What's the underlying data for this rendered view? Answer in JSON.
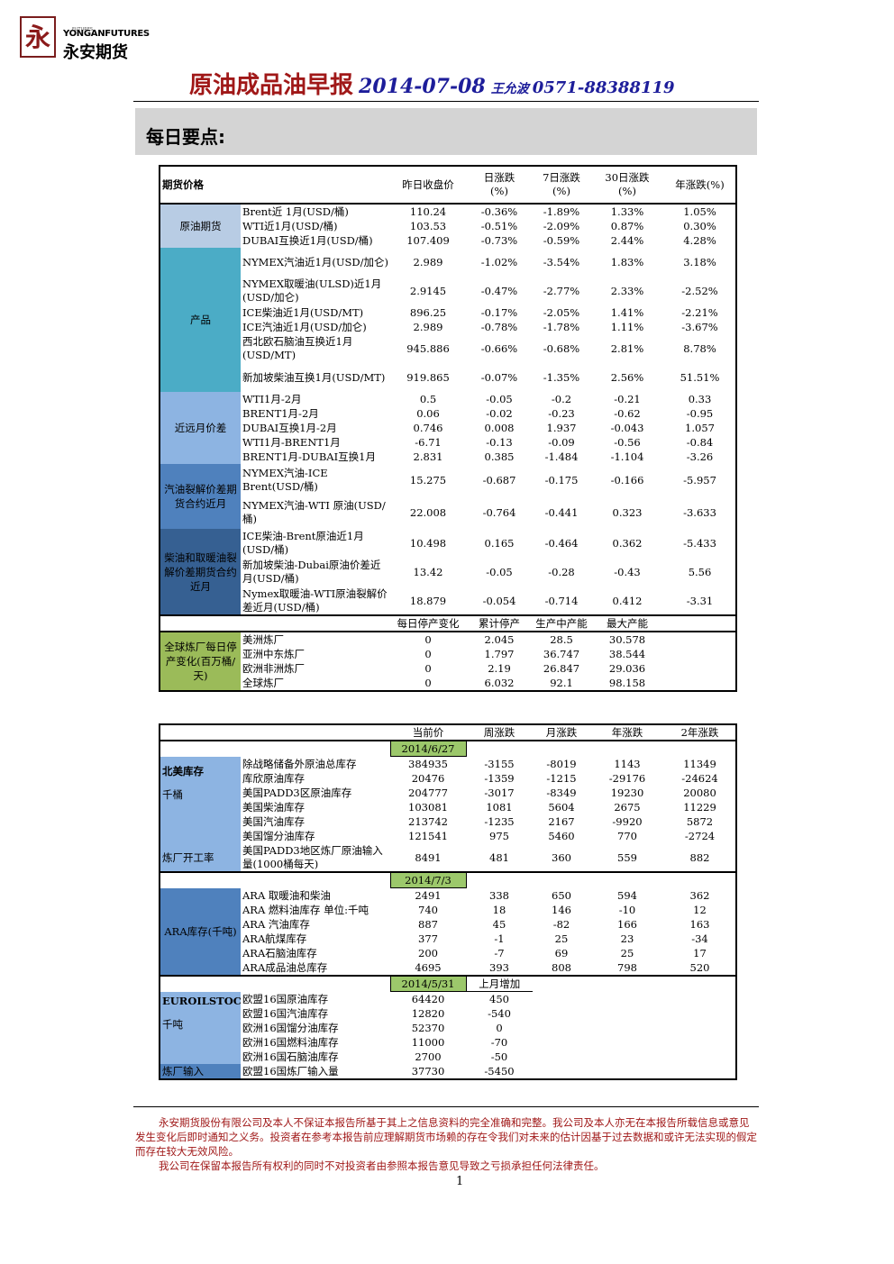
{
  "header": {
    "logo_en": "YONGANFUTURES",
    "logo_cn": "永安期货",
    "logo_small": "FUTURES",
    "title_cn": "原油成品油早报",
    "date": "2014-07-08",
    "author": "王允波",
    "phone": "0571-88388119"
  },
  "section_title": "每日要点:",
  "table1": {
    "headers": [
      "期货价格",
      "昨日收盘价",
      "日涨跌\n(%)",
      "7日涨跌\n(%)",
      "30日涨跌\n(%)",
      "年涨跌(%)"
    ],
    "groups": [
      {
        "label": "原油期货",
        "rows": [
          [
            "Brent近 1月(USD/桶)",
            "110.24",
            "-0.36%",
            "-1.89%",
            "1.33%",
            "1.05%"
          ],
          [
            "WTI近1月(USD/桶)",
            "103.53",
            "-0.51%",
            "-2.09%",
            "0.87%",
            "0.30%"
          ],
          [
            "DUBAI互换近1月(USD/桶)",
            "107.409",
            "-0.73%",
            "-0.59%",
            "2.44%",
            "4.28%"
          ]
        ]
      },
      {
        "label": "产品",
        "rows": [
          [
            "NYMEX汽油近1月(USD/加仑)",
            "2.989",
            "-1.02%",
            "-3.54%",
            "1.83%",
            "3.18%"
          ],
          [
            "NYMEX取暖油(ULSD)近1月(USD/加仑)",
            "2.9145",
            "-0.47%",
            "-2.77%",
            "2.33%",
            "-2.52%"
          ],
          [
            "ICE柴油近1月(USD/MT)",
            "896.25",
            "-0.17%",
            "-2.05%",
            "1.41%",
            "-2.21%"
          ],
          [
            "ICE汽油近1月(USD/加仑)",
            "2.989",
            "-0.78%",
            "-1.78%",
            "1.11%",
            "-3.67%"
          ],
          [
            "西北欧石脑油互换近1月(USD/MT)",
            "945.886",
            "-0.66%",
            "-0.68%",
            "2.81%",
            "8.78%"
          ],
          [
            "新加坡柴油互换1月(USD/MT)",
            "919.865",
            "-0.07%",
            "-1.35%",
            "2.56%",
            "51.51%"
          ]
        ]
      },
      {
        "label": "近远月价差",
        "rows": [
          [
            "WTI1月-2月",
            "0.5",
            "-0.05",
            "-0.2",
            "-0.21",
            "0.33"
          ],
          [
            "BRENT1月-2月",
            "0.06",
            "-0.02",
            "-0.23",
            "-0.62",
            "-0.95"
          ],
          [
            "DUBAI互换1月-2月",
            "0.746",
            "0.008",
            "1.937",
            "-0.043",
            "1.057"
          ],
          [
            "WTI1月-BRENT1月",
            "-6.71",
            "-0.13",
            "-0.09",
            "-0.56",
            "-0.84"
          ],
          [
            "BRENT1月-DUBAI互换1月",
            "2.831",
            "0.385",
            "-1.484",
            "-1.104",
            "-3.26"
          ]
        ]
      },
      {
        "label": "汽油裂解价差期货合约近月",
        "rows": [
          [
            "NYMEX汽油-ICE Brent(USD/桶)",
            "15.275",
            "-0.687",
            "-0.175",
            "-0.166",
            "-5.957"
          ],
          [
            "NYMEX汽油-WTI 原油(USD/桶)",
            "22.008",
            "-0.764",
            "-0.441",
            "0.323",
            "-3.633"
          ]
        ]
      },
      {
        "label": "柴油和取暖油裂解价差期货合约近月",
        "rows": [
          [
            "ICE柴油-Brent原油近1月(USD/桶)",
            "10.498",
            "0.165",
            "-0.464",
            "0.362",
            "-5.433"
          ],
          [
            "新加坡柴油-Dubai原油价差近月(USD/桶)",
            "13.42",
            "-0.05",
            "-0.28",
            "-0.43",
            "5.56"
          ],
          [
            "Nymex取暖油-WTI原油裂解价差近月(USD/桶)",
            "18.879",
            "-0.054",
            "-0.714",
            "0.412",
            "-3.31"
          ]
        ]
      }
    ],
    "outage_headers": [
      "每日停产变化",
      "累计停产",
      "生产中产能",
      "最大产能"
    ],
    "outage": {
      "label": "全球炼厂每日停产变化(百万桶/天)",
      "rows": [
        [
          "美洲炼厂",
          "0",
          "2.045",
          "28.5",
          "30.578"
        ],
        [
          "亚洲中东炼厂",
          "0",
          "1.797",
          "36.747",
          "38.544"
        ],
        [
          "欧洲非洲炼厂",
          "0",
          "2.19",
          "26.847",
          "29.036"
        ],
        [
          "全球炼厂",
          "0",
          "6.032",
          "92.1",
          "98.158"
        ]
      ]
    }
  },
  "table2": {
    "headers": [
      "当前价",
      "周涨跌",
      "月涨跌",
      "年涨跌",
      "2年涨跌"
    ],
    "na": {
      "date": "2014/6/27",
      "title": "北美库存",
      "unit": "千桶",
      "rows": [
        [
          "除战略储备外原油总库存",
          "384935",
          "-3155",
          "-8019",
          "1143",
          "11349"
        ],
        [
          "库欣原油库存",
          "20476",
          "-1359",
          "-1215",
          "-29176",
          "-24624"
        ],
        [
          "美国PADD3区原油库存",
          "204777",
          "-3017",
          "-8349",
          "19230",
          "20080"
        ],
        [
          "美国柴油库存",
          "103081",
          "1081",
          "5604",
          "2675",
          "11229"
        ],
        [
          "美国汽油库存",
          "213742",
          "-1235",
          "2167",
          "-9920",
          "5872"
        ],
        [
          "美国馏分油库存",
          "121541",
          "975",
          "5460",
          "770",
          "-2724"
        ]
      ],
      "refinery_label": "炼厂开工率",
      "refinery_row": [
        "美国PADD3地区炼厂原油输入量(1000桶每天)",
        "8491",
        "481",
        "360",
        "559",
        "882"
      ]
    },
    "ara": {
      "date": "2014/7/3",
      "label": "ARA库存(千吨)",
      "rows": [
        [
          "ARA 取暖油和柴油",
          "2491",
          "338",
          "650",
          "594",
          "362"
        ],
        [
          "ARA 燃料油库存 单位:千吨",
          "740",
          "18",
          "146",
          "-10",
          "12"
        ],
        [
          "ARA 汽油库存",
          "887",
          "45",
          "-82",
          "166",
          "163"
        ],
        [
          "ARA航煤库存",
          "377",
          "-1",
          "25",
          "23",
          "-34"
        ],
        [
          "ARA石脑油库存",
          "200",
          "-7",
          "69",
          "25",
          "17"
        ],
        [
          "ARA成品油总库存",
          "4695",
          "393",
          "808",
          "798",
          "520"
        ]
      ]
    },
    "eu": {
      "date": "2014/5/31",
      "change_header": "上月增加",
      "title": "EUROILSTOCK",
      "unit": "千吨",
      "rows": [
        [
          "欧盟16国原油库存",
          "64420",
          "450"
        ],
        [
          "欧盟16国汽油库存",
          "12820",
          "-540"
        ],
        [
          "欧洲16国馏分油库存",
          "52370",
          "0"
        ],
        [
          "欧洲16国燃料油库存",
          "11000",
          "-70"
        ],
        [
          "欧洲16国石脑油库存",
          "2700",
          "-50"
        ]
      ],
      "input_label": "炼厂输入",
      "input_row": [
        "欧盟16国炼厂输入量",
        "37730",
        "-5450"
      ]
    }
  },
  "footer": {
    "p1": "永安期货股份有限公司及本人不保证本报告所基于其上之信息资料的完全准确和完整。我公司及本人亦无在本报告所载信息或意见发生变化后即时通知之义务。投资者在参考本报告前应理解期货市场赖的存在令我们对未来的估计因基于过去数据和或许无法实现的假定而存在较大无效风险。",
    "p2": "我公司在保留本报告所有权利的同时不对投资者由参照本报告意见导致之亏损承担任何法律责任。",
    "page": "1"
  },
  "colors": {
    "crude": "#b8cce4",
    "products": "#4bacc6",
    "spreads": "#8db4e2",
    "gasoline_crack": "#4f81bd",
    "diesel_crack": "#366092",
    "outage": "#9bbb59",
    "date_cell": "#9cc86b",
    "title_red": "#a01818",
    "title_blue": "#1d1d9a"
  }
}
